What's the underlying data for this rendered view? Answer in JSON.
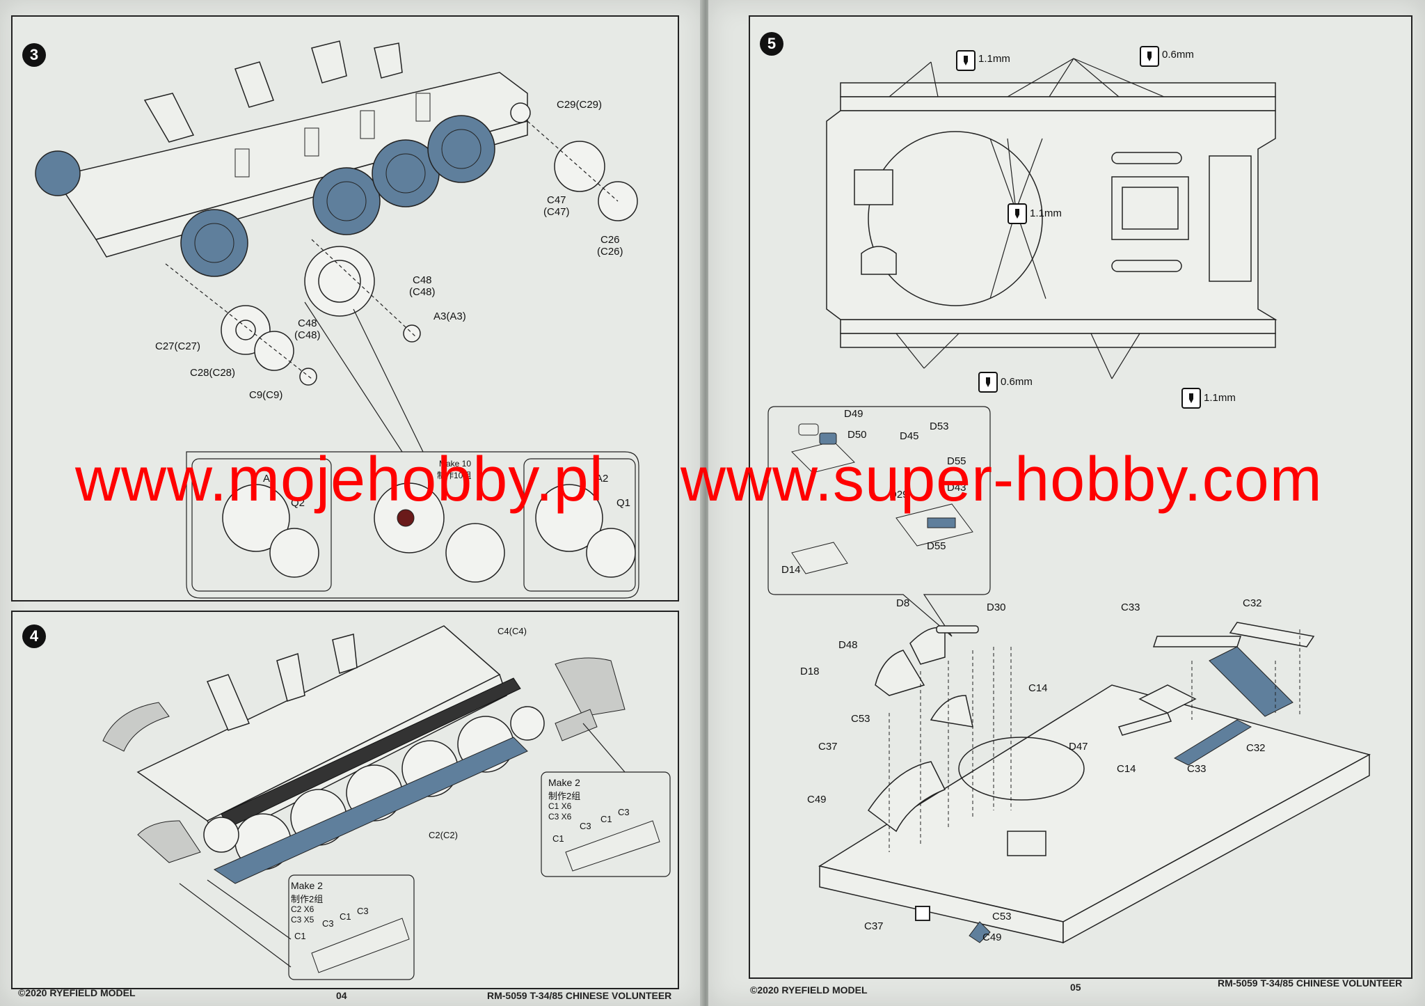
{
  "left_page": {
    "step3": {
      "number": "3",
      "labels": {
        "c29": "C29(C29)",
        "c47": "C47\n(C47)",
        "c26": "C26\n(C26)",
        "c48a": "C48\n(C48)",
        "a3": "A3(A3)",
        "c48b": "C48\n(C48)",
        "c27": "C27(C27)",
        "c28": "C28(C28)",
        "c9": "C9(C9)",
        "make10": "Make 10",
        "make10_cn": "制作10组",
        "a2a": "A2",
        "q2": "Q2",
        "a2b": "A2",
        "q1": "Q1"
      }
    },
    "step4": {
      "number": "4",
      "labels": {
        "c4": "C4(C4)",
        "c2": "C2(C2)",
        "make2_right": "Make 2",
        "make2_right_cn": "制作2组",
        "c1x6": "C1 X6",
        "c3x6": "C3 X6",
        "r_c1": "C1",
        "r_c3a": "C3",
        "r_c1b": "C1",
        "r_c3b": "C3",
        "make2_left": "Make 2",
        "make2_left_cn": "制作2组",
        "c2x6": "C2 X6",
        "c3x5": "C3 X5",
        "l_c1": "C1",
        "l_c3a": "C3",
        "l_c1b": "C1",
        "l_c3b": "C3"
      }
    },
    "footer": {
      "copyright": "©2020 RYEFIELD MODEL",
      "page_number": "04",
      "product": "RM-5059 T-34/85 CHINESE VOLUNTEER"
    }
  },
  "right_page": {
    "step5": {
      "number": "5",
      "hole_labels": {
        "top_left": "1.1mm",
        "top_right": "0.6mm",
        "center": "1.1mm",
        "bottom_left": "0.6mm",
        "bottom_right": "1.1mm"
      },
      "labels": {
        "d49": "D49",
        "d50": "D50",
        "d45": "D45",
        "d53": "D53",
        "d55a": "D55",
        "d43": "D43",
        "d55b": "D55",
        "d29": "D29",
        "d14": "D14",
        "d8": "D8",
        "d30": "D30",
        "c33a": "C33",
        "c32a": "C32",
        "d48": "D48",
        "d18": "D18",
        "c14a": "C14",
        "c53a": "C53",
        "c37a": "C37",
        "d47": "D47",
        "c14b": "C14",
        "c33b": "C33",
        "c32b": "C32",
        "c49a": "C49",
        "c53b": "C53",
        "c37b": "C37",
        "c49b": "C49"
      }
    },
    "footer": {
      "copyright": "©2020 RYEFIELD MODEL",
      "page_number": "05",
      "product": "RM-5059 T-34/85 CHINESE VOLUNTEER"
    }
  },
  "watermark": {
    "left": "www.mojehobby.pl",
    "right": "www.super-hobby.com"
  },
  "colors": {
    "watermark": "#ff0000",
    "part_blue": "#5f7f9c",
    "line": "#222222"
  }
}
